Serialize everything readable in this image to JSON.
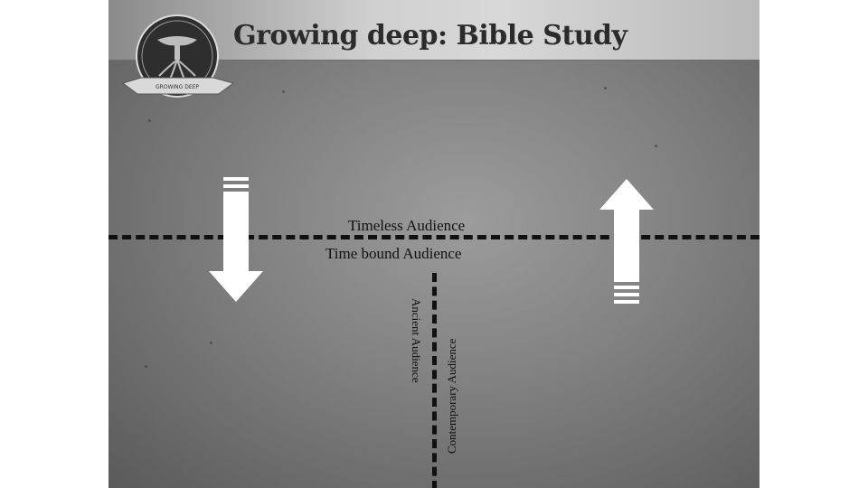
{
  "header": {
    "title": "Growing deep: Bible Study"
  },
  "logo": {
    "text": "GROWING DEEP"
  },
  "diagram": {
    "top_label": "Timeless Audience",
    "bottom_label": "Time bound Audience",
    "left_vertical_label": "Ancient Audience",
    "right_vertical_label": "Contemporary Audience",
    "arrows": [
      {
        "name": "down-arrow",
        "direction": "down"
      },
      {
        "name": "up-arrow",
        "direction": "up"
      }
    ]
  },
  "colors": {
    "background": "#8a8a8a",
    "line": "#111111",
    "arrow": "#ffffff"
  }
}
